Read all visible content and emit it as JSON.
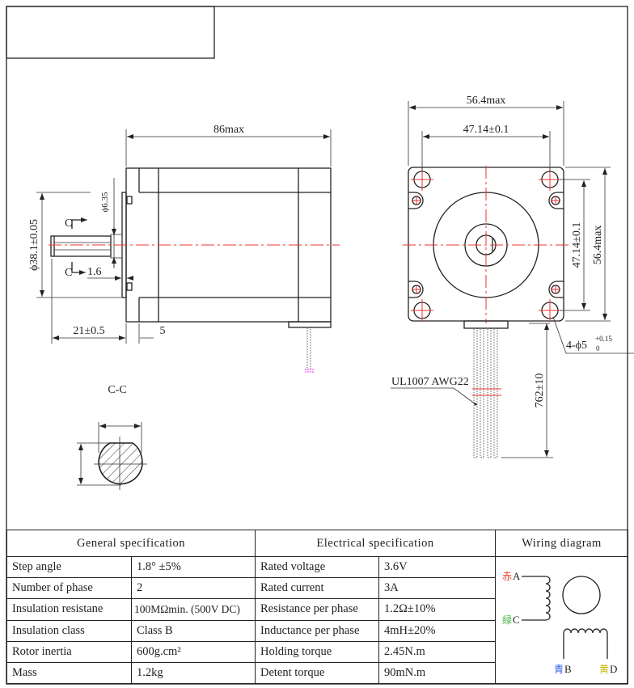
{
  "drawing": {
    "side_view": {
      "length": "86max",
      "flange_dia": "ϕ38.1±0.05",
      "shaft_dia": "ϕ6.35",
      "shaft_length": "21±0.5",
      "flange_thickness": "5",
      "flange_step": "1.6",
      "section_mark_top": "C",
      "section_mark_bottom": "C"
    },
    "front_view": {
      "width": "56.4max",
      "hole_spacing_h": "47.14±0.1",
      "hole_spacing_v": "47.14±0.1",
      "height": "56.4max",
      "holes_label": "4-ϕ5",
      "holes_tol_upper": "+0.15",
      "holes_tol_lower": "0",
      "lead_length": "762±10",
      "wire_spec": "UL1007 AWG22"
    },
    "section_title": "C-C"
  },
  "table": {
    "general_header": "General   specification",
    "electrical_header": "Electrical   specification",
    "wiring_header": "Wiring diagram",
    "rows": [
      {
        "g_label": "Step angle",
        "g_value": "1.8° ±5%",
        "e_label": "Rated voltage",
        "e_value": "3.6V"
      },
      {
        "g_label": "Number of phase",
        "g_value": "2",
        "e_label": "Rated current",
        "e_value": "3A"
      },
      {
        "g_label": "Insulation resistane",
        "g_value": "100MΩmin. (500V DC)",
        "e_label": "Resistance per phase",
        "e_value": "1.2Ω±10%"
      },
      {
        "g_label": "Insulation class",
        "g_value": "Class B",
        "e_label": "Inductance per phase",
        "e_value": "4mH±20%"
      },
      {
        "g_label": "Rotor inertia",
        "g_value": "600g.cm²",
        "e_label": "Holding torque",
        "e_value": "2.45N.m"
      },
      {
        "g_label": "Mass",
        "g_value": "1.2kg",
        "e_label": "Detent torque",
        "e_value": "90mN.m"
      }
    ],
    "wiring": {
      "a": {
        "color_char": "赤",
        "letter": "A",
        "color": "#e8402a"
      },
      "c": {
        "color_char": "緑",
        "letter": "C",
        "color": "#4bb34b"
      },
      "b": {
        "color_char": "青",
        "letter": "B",
        "color": "#2a5be8"
      },
      "d": {
        "color_char": "黄",
        "letter": "D",
        "color": "#c9b400"
      }
    }
  }
}
